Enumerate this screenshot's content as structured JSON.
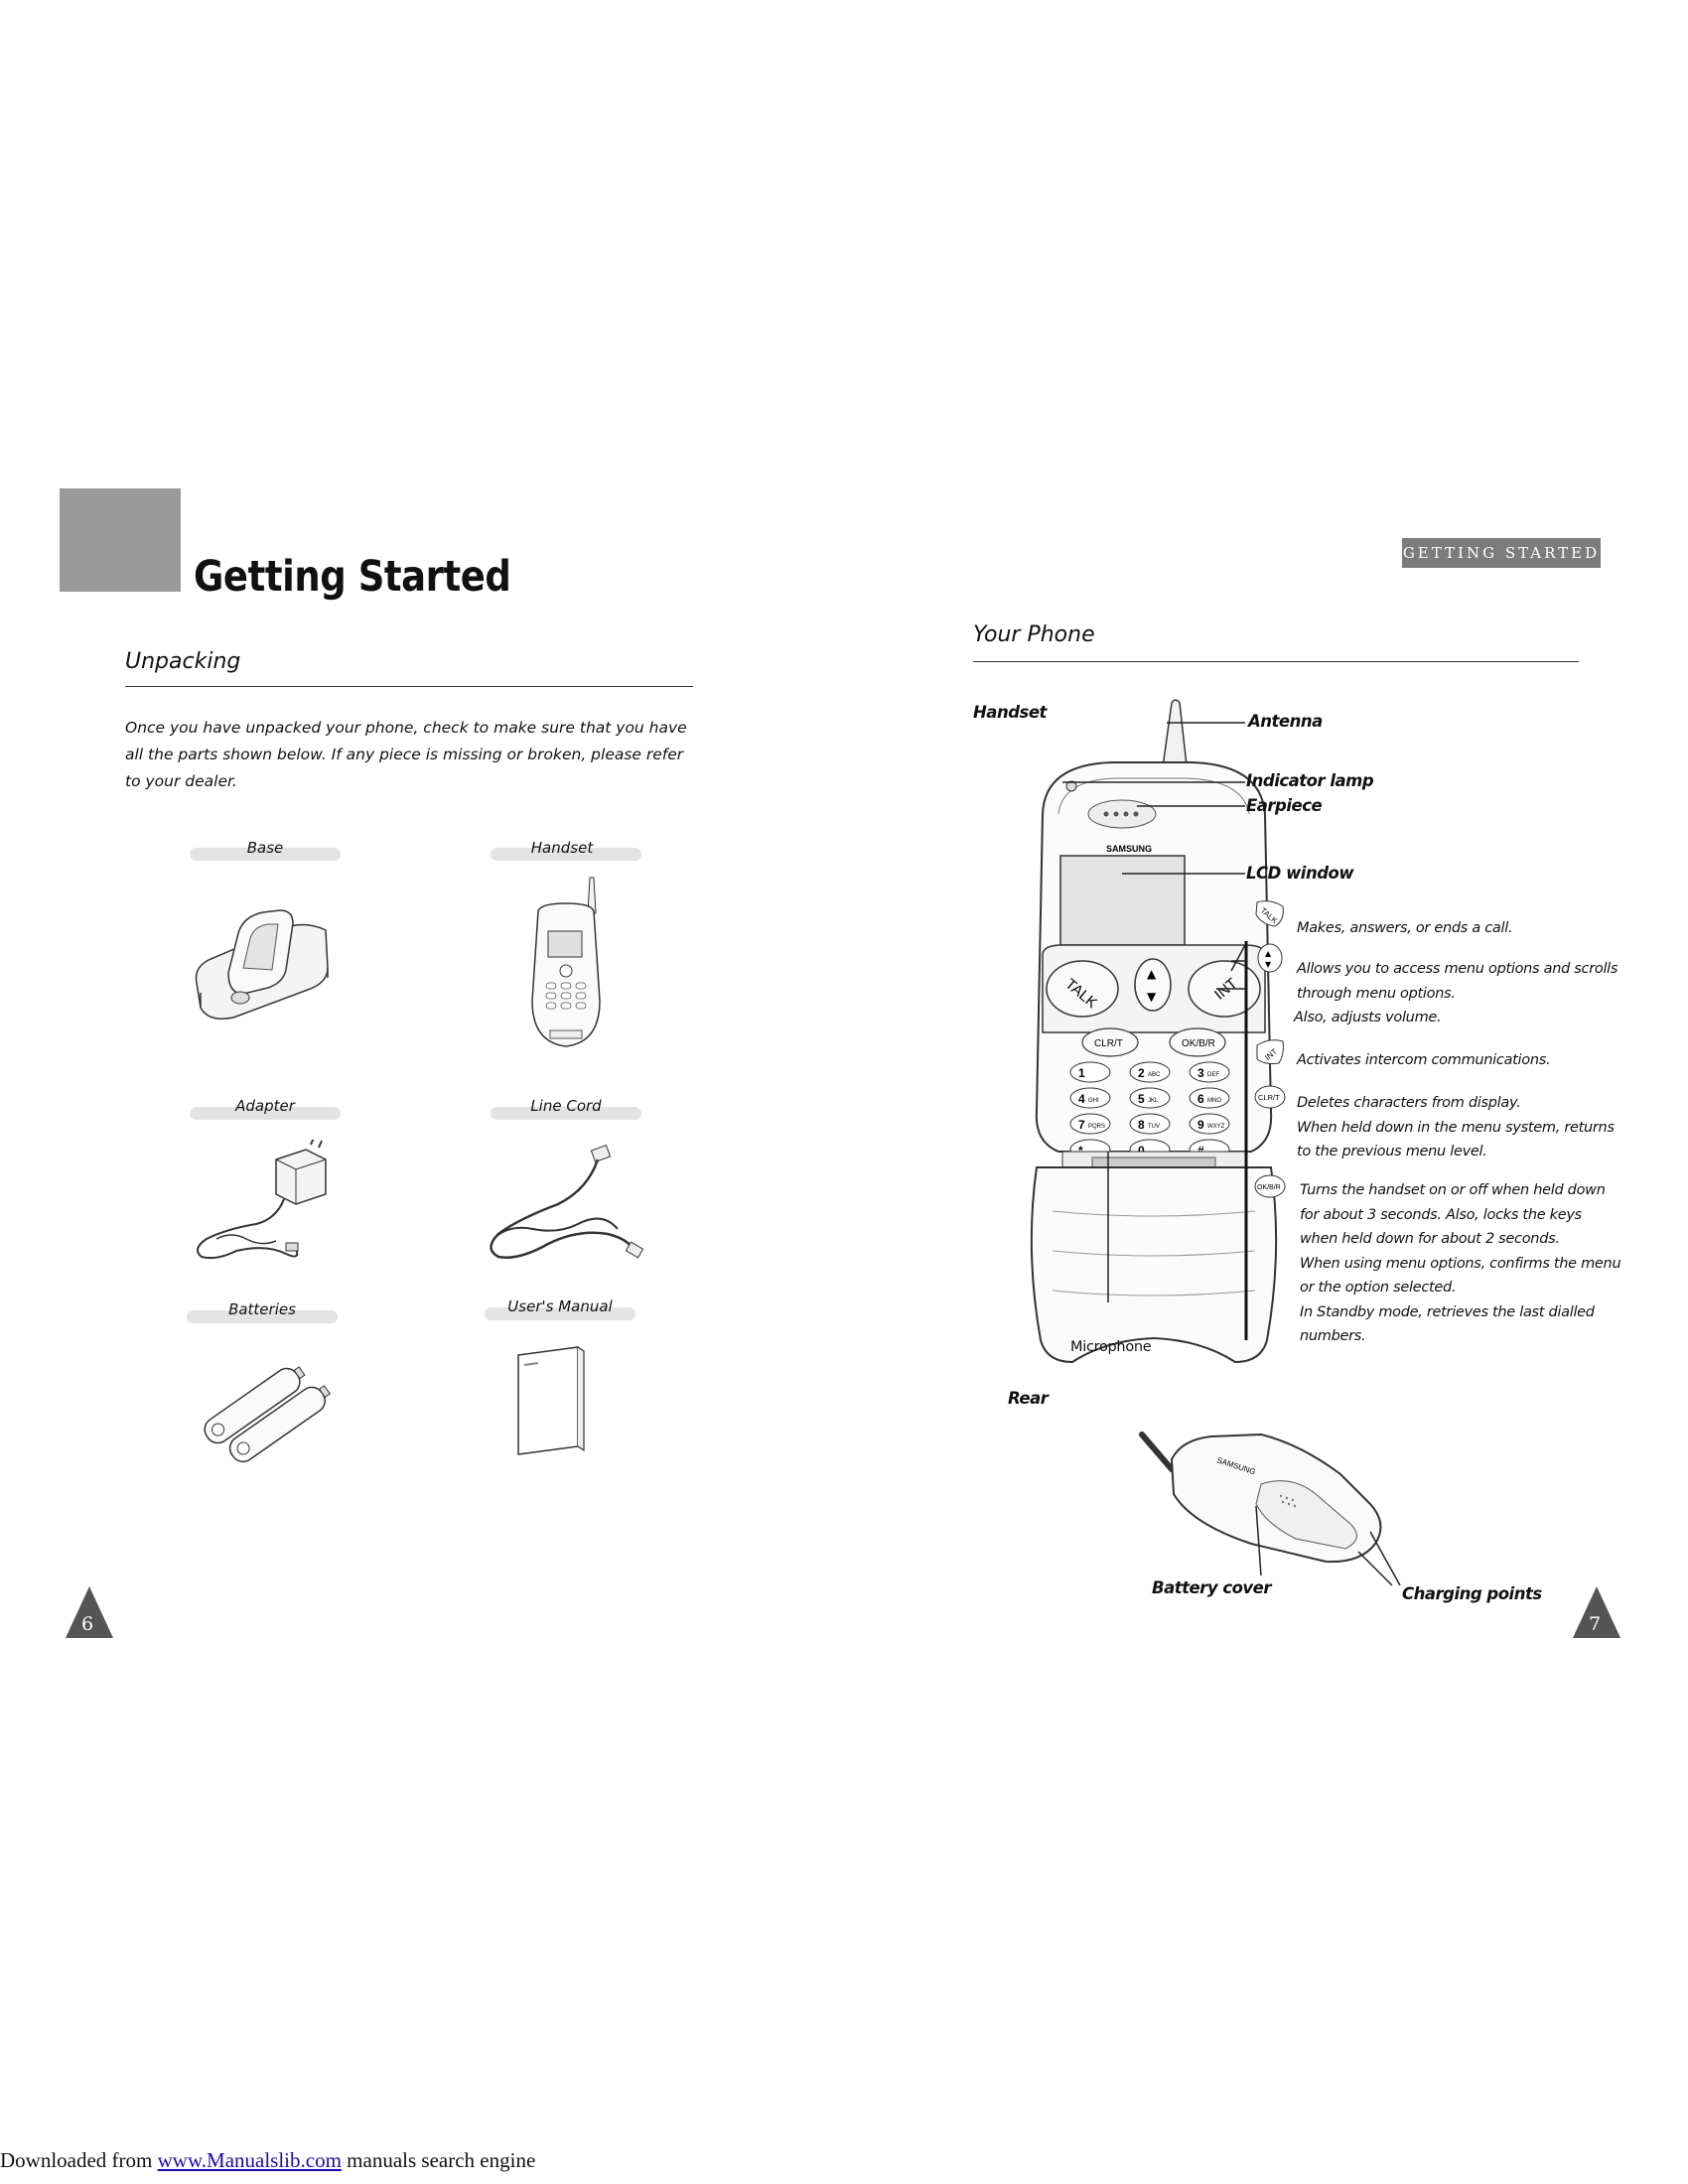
{
  "left_page": {
    "chapter_title": "Getting Started",
    "section_title": "Unpacking",
    "intro_lines": [
      "Once you have unpacked your phone, check to make sure that you have",
      "all the parts shown below. If any piece is missing or broken, please refer",
      "to your dealer."
    ],
    "parts": {
      "base": "Base",
      "handset": "Handset",
      "adapter": "Adapter",
      "line_cord": "Line Cord",
      "batteries": "Batteries",
      "manual": "User's Manual"
    },
    "page_number": "6"
  },
  "right_page": {
    "header_tag": "GETTING STARTED",
    "section_title": "Your Phone",
    "handset_label": "Handset",
    "rear_label": "Rear",
    "callouts": {
      "antenna": "Antenna",
      "indicator_lamp": "Indicator lamp",
      "earpiece": "Earpiece",
      "lcd_window": "LCD window",
      "microphone": "Microphone",
      "battery_cover": "Battery cover",
      "charging_points": "Charging points"
    },
    "keys": {
      "talk": {
        "icon": "TALK",
        "lines": [
          "Makes, answers, or ends a call."
        ]
      },
      "nav": {
        "lines": [
          "Allows you to access menu options and scrolls",
          "through menu options.",
          "Also, adjusts volume."
        ]
      },
      "int": {
        "icon": "INT",
        "lines": [
          "Activates intercom communications."
        ]
      },
      "clr": {
        "icon": "CLR/T",
        "lines": [
          "Deletes characters from display.",
          "When held down in the menu system, returns",
          "to the previous menu level."
        ]
      },
      "ok": {
        "icon": "OK/B/R",
        "lines": [
          "Turns the handset on or off when held down",
          "for about 3 seconds. Also, locks the keys",
          "when held down for about 2 seconds.",
          "When using menu options, confirms the menu",
          "or the option selected.",
          "In Standby mode, retrieves the last dialled",
          "numbers."
        ]
      }
    },
    "phone_art": {
      "brand": "SAMSUNG",
      "talk_key": "TALK",
      "int_key": "INT",
      "clr_key": "CLR/T",
      "ok_key": "OK/B/R",
      "keypad": [
        [
          "1",
          "2",
          "3"
        ],
        [
          "4",
          "5",
          "6"
        ],
        [
          "7",
          "8",
          "9"
        ],
        [
          "*",
          "0",
          "#"
        ]
      ],
      "keypad_sub": [
        [
          "",
          "ABC",
          "DEF"
        ],
        [
          "GHI",
          "JKL",
          "MNO"
        ],
        [
          "PQRS",
          "TUV",
          "WXYZ"
        ],
        [
          "",
          "",
          ""
        ]
      ]
    },
    "page_number": "7"
  },
  "footer": {
    "prefix": "Downloaded from ",
    "link_text": "www.Manualslib.com",
    "suffix": " manuals search engine"
  }
}
